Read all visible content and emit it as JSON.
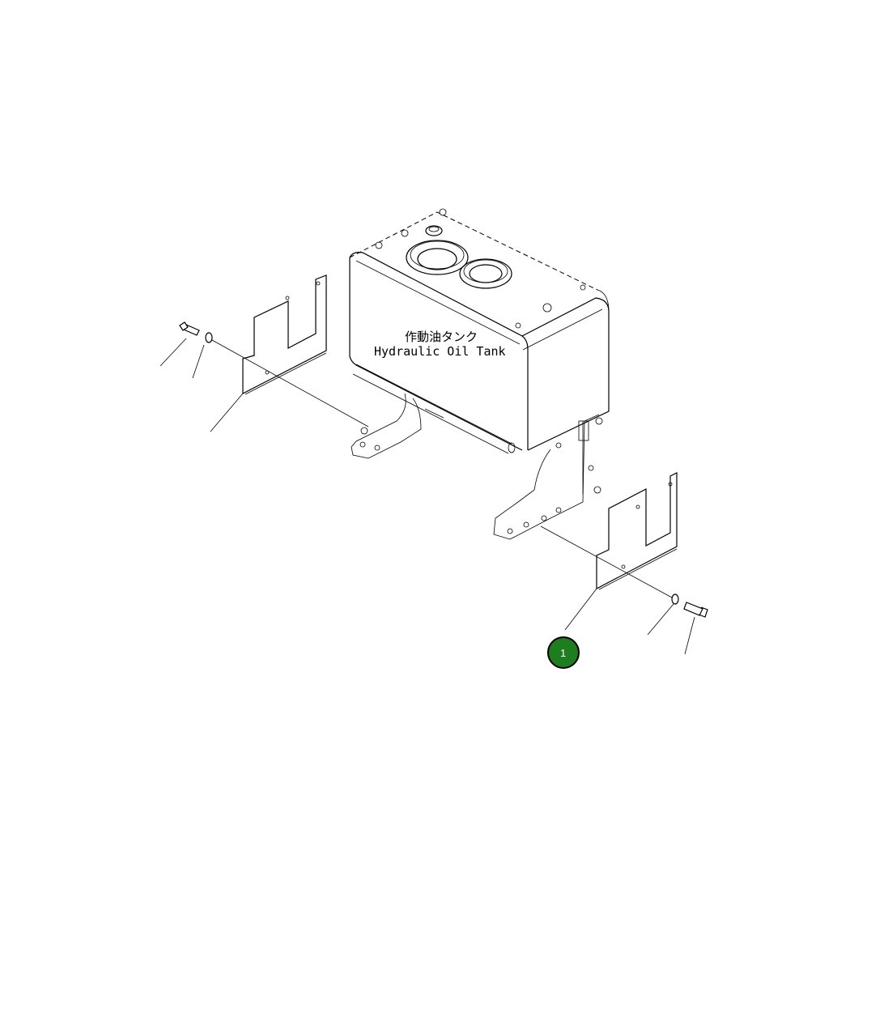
{
  "diagram": {
    "tank_label_jp": "作動油タンク",
    "tank_label_en": "Hydraulic Oil Tank",
    "callout": {
      "number": "1",
      "color": "#1e7d1e"
    }
  }
}
